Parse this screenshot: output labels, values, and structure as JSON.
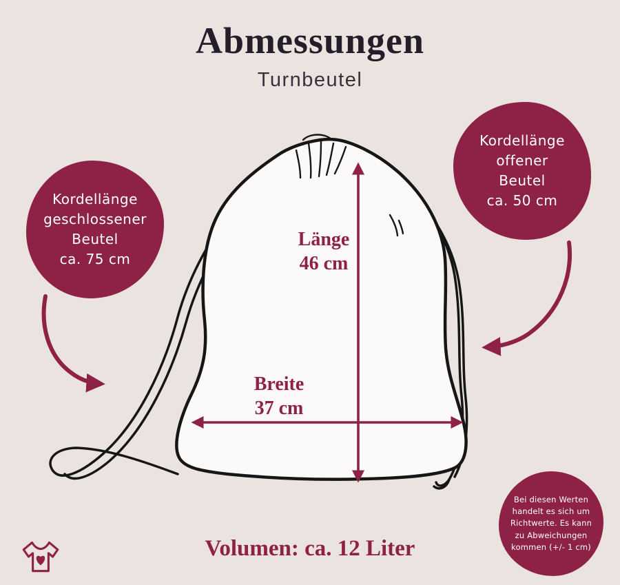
{
  "colors": {
    "background": "#eae3e0",
    "maroon": "#8e2146",
    "ink": "#241d2a",
    "bag_fill": "#fcfaf9",
    "text_on_maroon": "#ffffff"
  },
  "header": {
    "title": "Abmessungen",
    "subtitle": "Turnbeutel"
  },
  "badges": {
    "left": {
      "lines": [
        "Kordellänge",
        "geschlossener",
        "Beutel",
        "ca. 75 cm"
      ]
    },
    "right": {
      "lines": [
        "Kordellänge",
        "offener",
        "Beutel",
        "ca. 50 cm"
      ]
    },
    "note": {
      "lines": [
        "Bei diesen Werten",
        "handelt es sich um",
        "Richtwerte. Es kann",
        "zu Abweichungen",
        "kommen (+/- 1 cm)"
      ]
    }
  },
  "measurements": {
    "length": {
      "label": "Länge",
      "value": "46 cm"
    },
    "width": {
      "label": "Breite",
      "value": "37 cm"
    }
  },
  "footer": {
    "volume": "Volumen: ca. 12 Liter"
  },
  "illustrations": {
    "bag": "hand-drawn-drawstring-bag-sketch",
    "logo": "tshirt-heart-logo"
  }
}
